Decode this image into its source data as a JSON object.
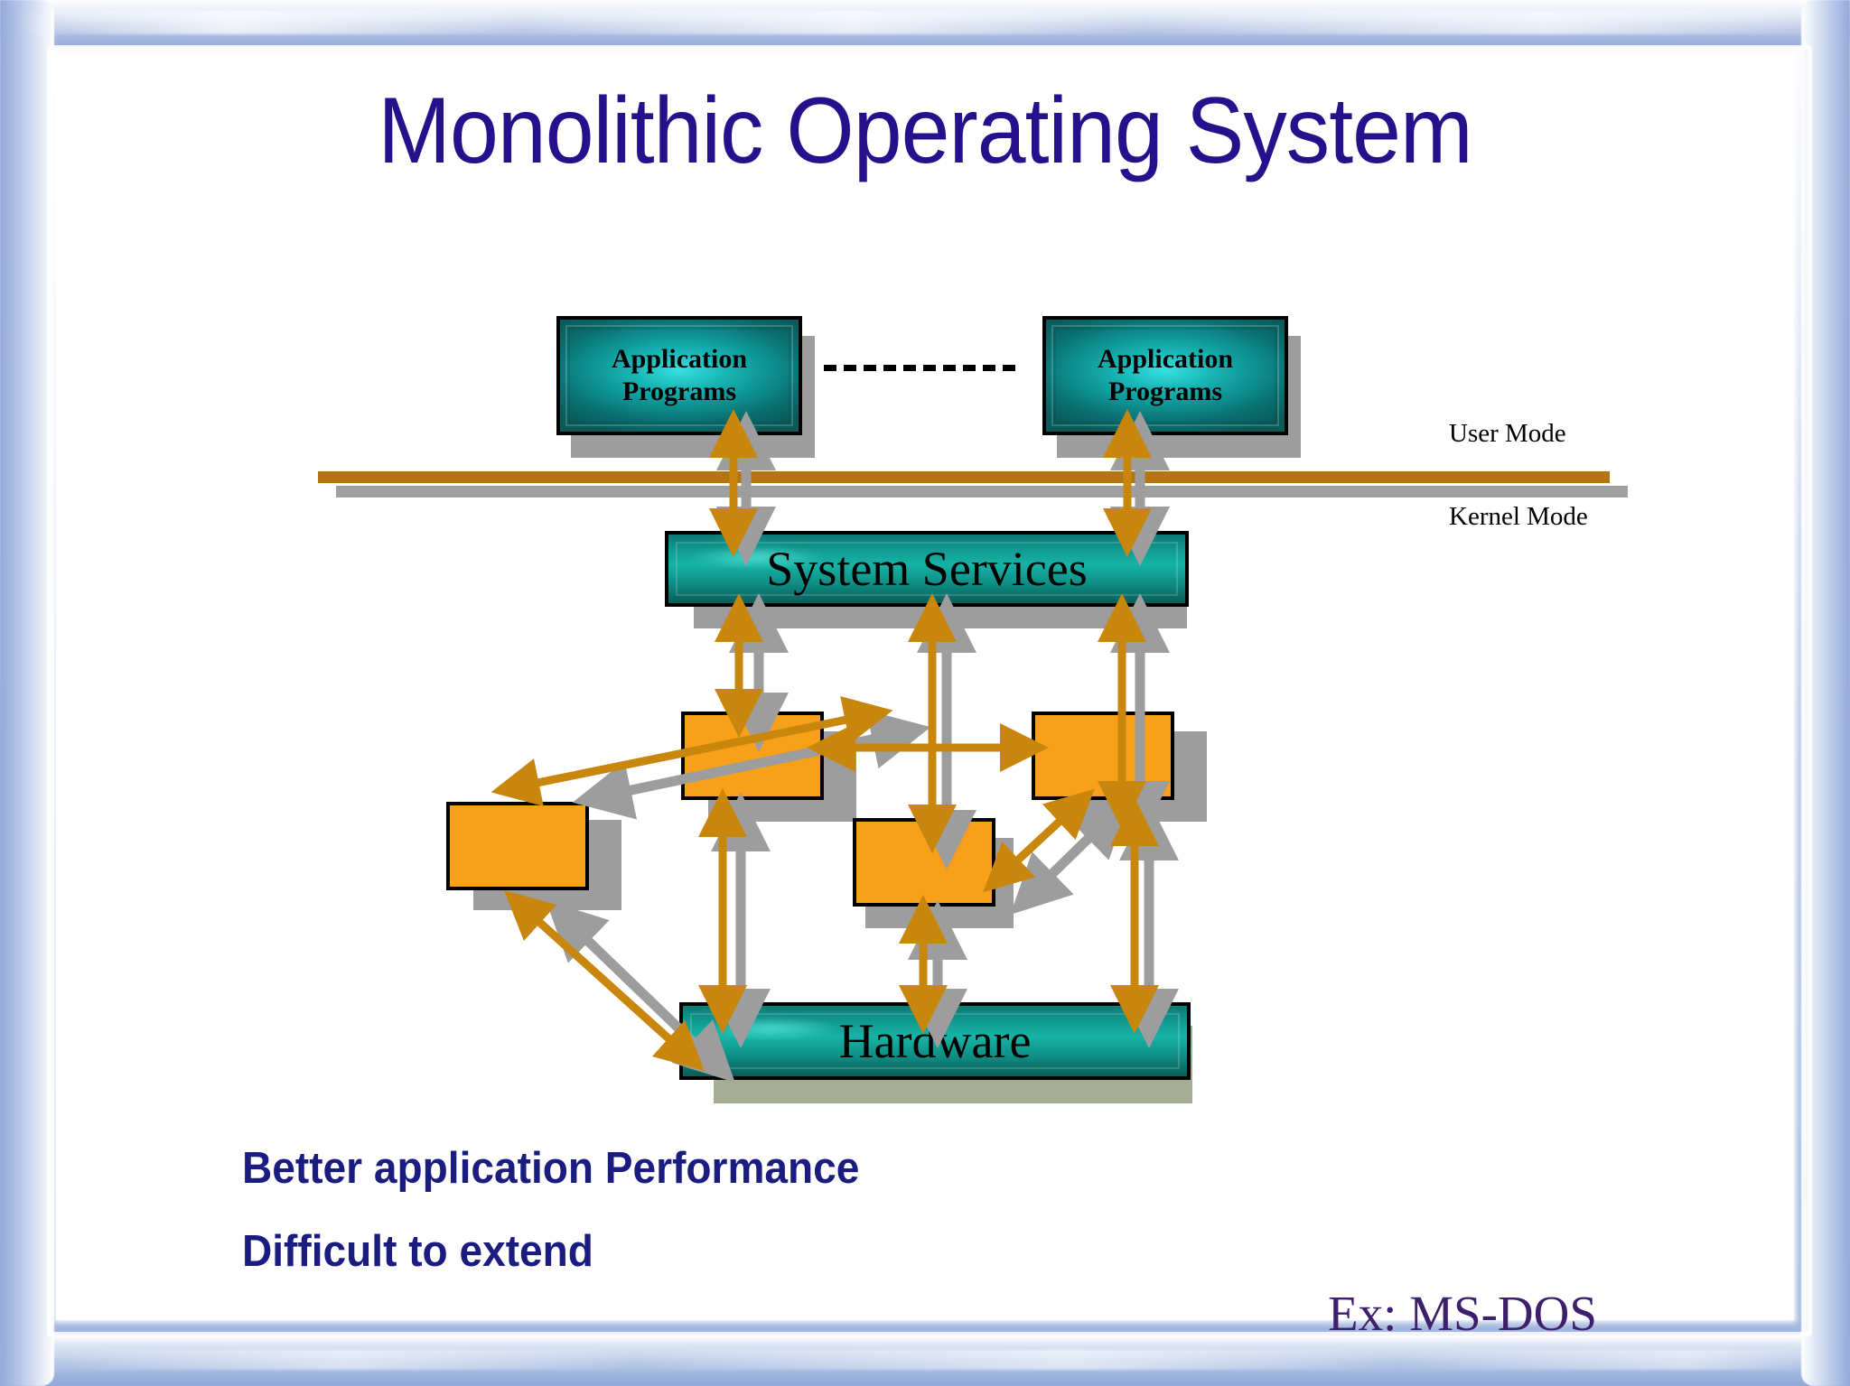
{
  "slide": {
    "title": "Monolithic Operating System",
    "example_note": "Ex: MS-DOS",
    "bullets": [
      "Better application Performance",
      "Difficult to extend"
    ],
    "mode_labels": {
      "user": "User Mode",
      "kernel": "Kernel Mode"
    },
    "boxes": {
      "app_left_line1": "Application",
      "app_left_line2": "Programs",
      "app_right_line1": "Application",
      "app_right_line2": "Programs",
      "system_services": "System Services",
      "hardware": "Hardware",
      "module_1": "",
      "module_2": "",
      "module_3": "",
      "module_4": ""
    },
    "colors": {
      "title_blue": "#26108c",
      "bullet_blue": "#1b1c80",
      "example_purple": "#3d1f6b",
      "teal": "#0e9494",
      "orange_module": "#f9a01b",
      "arrow_orange": "#c8860d",
      "arrow_shadow_gray": "#9d9d9d",
      "divider_orange": "#b57410",
      "divider_gray": "#a0a0a0",
      "frame_blue": "#93a9d9"
    }
  }
}
